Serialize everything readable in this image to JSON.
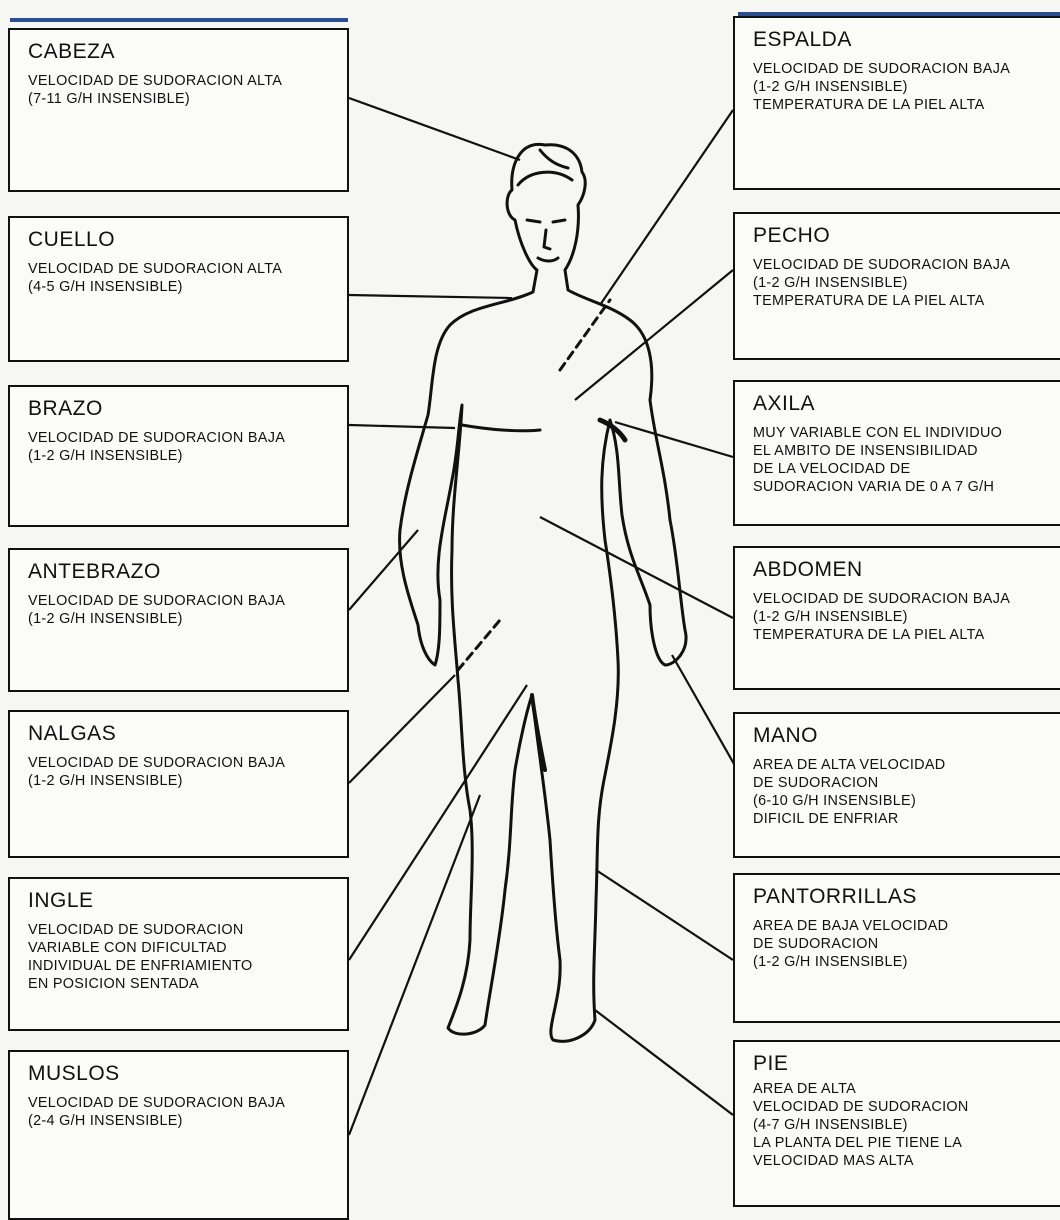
{
  "left_boxes": [
    {
      "title": "CABEZA",
      "lines": [
        "VELOCIDAD DE SUDORACION ALTA",
        "(7-11 G/H INSENSIBLE)"
      ]
    },
    {
      "title": "CUELLO",
      "lines": [
        "VELOCIDAD DE SUDORACION ALTA",
        "(4-5 G/H INSENSIBLE)"
      ]
    },
    {
      "title": "BRAZO",
      "lines": [
        "VELOCIDAD DE SUDORACION BAJA",
        "(1-2 G/H INSENSIBLE)"
      ]
    },
    {
      "title": "ANTEBRAZO",
      "lines": [
        "VELOCIDAD DE SUDORACION BAJA",
        "(1-2 G/H INSENSIBLE)"
      ]
    },
    {
      "title": "NALGAS",
      "lines": [
        "VELOCIDAD DE SUDORACION BAJA",
        "(1-2 G/H INSENSIBLE)"
      ]
    },
    {
      "title": "INGLE",
      "lines": [
        "VELOCIDAD DE SUDORACION",
        "VARIABLE CON DIFICULTAD",
        "INDIVIDUAL DE ENFRIAMIENTO",
        "EN POSICION SENTADA"
      ]
    },
    {
      "title": "MUSLOS",
      "lines": [
        "VELOCIDAD DE SUDORACION BAJA",
        "(2-4 G/H INSENSIBLE)"
      ]
    }
  ],
  "right_boxes": [
    {
      "title": "ESPALDA",
      "lines": [
        "VELOCIDAD DE SUDORACION BAJA",
        "(1-2 G/H INSENSIBLE)",
        "TEMPERATURA DE LA PIEL ALTA"
      ]
    },
    {
      "title": "PECHO",
      "lines": [
        "VELOCIDAD DE SUDORACION BAJA",
        "(1-2 G/H INSENSIBLE)",
        "TEMPERATURA DE LA PIEL ALTA"
      ]
    },
    {
      "title": "AXILA",
      "lines": [
        "MUY VARIABLE CON EL INDIVIDUO",
        "EL AMBITO DE INSENSIBILIDAD",
        "DE LA VELOCIDAD DE",
        "SUDORACION VARIA DE 0 A 7 G/H"
      ]
    },
    {
      "title": "ABDOMEN",
      "lines": [
        "VELOCIDAD DE SUDORACION BAJA",
        "(1-2 G/H INSENSIBLE)",
        "TEMPERATURA DE LA PIEL ALTA"
      ]
    },
    {
      "title": "MANO",
      "lines": [
        "AREA DE ALTA VELOCIDAD",
        "DE SUDORACION",
        "(6-10 G/H INSENSIBLE)",
        "DIFICIL DE ENFRIAR"
      ]
    },
    {
      "title": "PANTORRILLAS",
      "lines": [
        "AREA DE BAJA VELOCIDAD",
        "DE SUDORACION",
        "(1-2 G/H INSENSIBLE)"
      ]
    },
    {
      "title": "PIE",
      "lines": [
        "AREA DE ALTA",
        "VELOCIDAD DE SUDORACION",
        "(4-7 G/H INSENSIBLE)",
        "LA PLANTA DEL PIE TIENE LA",
        "VELOCIDAD MAS ALTA"
      ]
    }
  ],
  "colors": {
    "ink": "#111111",
    "paper": "#f6f6f2",
    "edge_blue": "#2a4d9a"
  }
}
